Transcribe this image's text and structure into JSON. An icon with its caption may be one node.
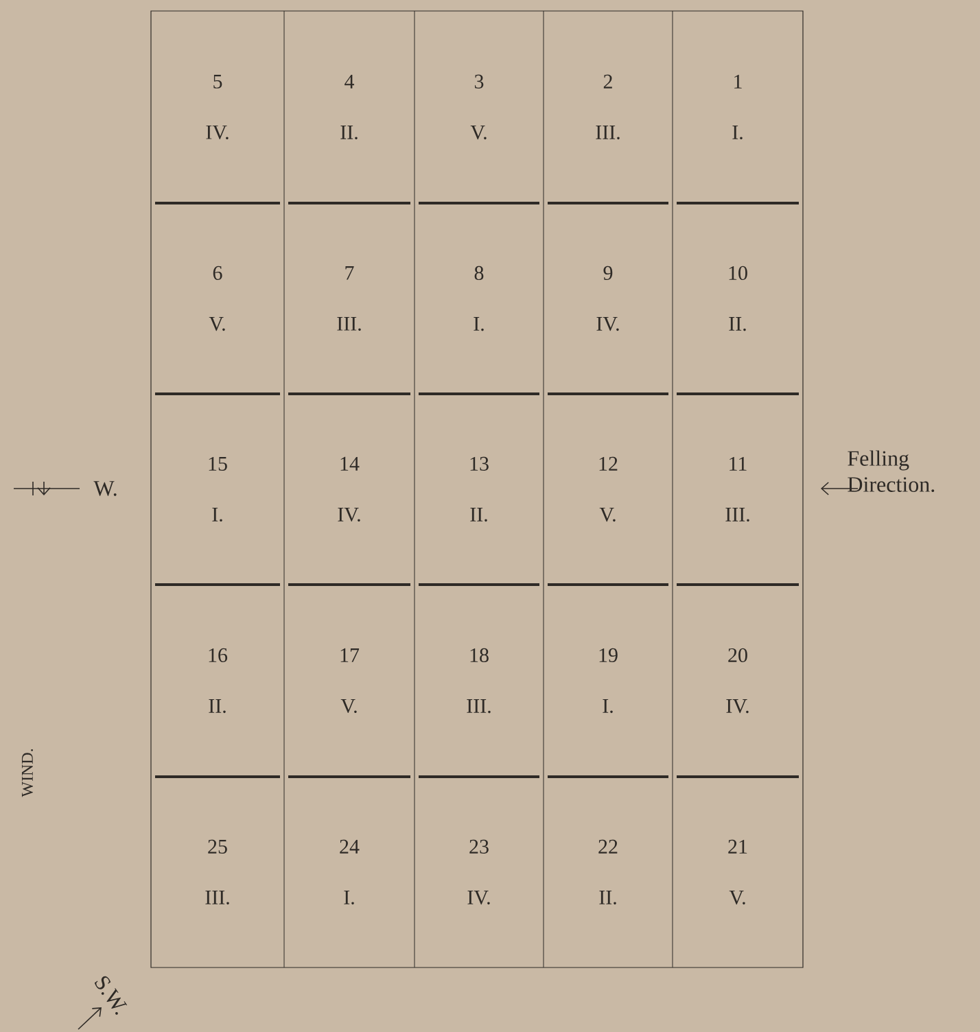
{
  "diagram": {
    "nodes": [
      {
        "text": [
          "5",
          "IV."
        ]
      },
      {
        "text": [
          "4",
          "II."
        ]
      },
      {
        "text": [
          "3",
          "V."
        ]
      },
      {
        "text": [
          "2",
          "III."
        ]
      },
      {
        "text": [
          "1",
          "I."
        ]
      },
      {
        "text": [
          "6",
          "V."
        ]
      },
      {
        "text": [
          "7",
          "III."
        ]
      },
      {
        "text": [
          "8",
          "I."
        ]
      },
      {
        "text": [
          "9",
          "IV."
        ]
      },
      {
        "text": [
          "10",
          "II."
        ]
      },
      {
        "text": [
          "15",
          "I."
        ]
      },
      {
        "text": [
          "14",
          "IV."
        ]
      },
      {
        "text": [
          "13",
          "II."
        ]
      },
      {
        "text": [
          "12",
          "V."
        ]
      },
      {
        "text": [
          "11",
          "III."
        ]
      },
      {
        "text": [
          "16",
          "II."
        ]
      },
      {
        "text": [
          "17",
          "V."
        ]
      },
      {
        "text": [
          "18",
          "III."
        ]
      },
      {
        "text": [
          "19",
          "I."
        ]
      },
      {
        "text": [
          "20",
          "IV."
        ]
      },
      {
        "text": [
          "25",
          "III."
        ]
      },
      {
        "text": [
          "24",
          "I."
        ]
      },
      {
        "text": [
          "23",
          "IV."
        ]
      },
      {
        "text": [
          "22",
          "II."
        ]
      },
      {
        "text": [
          "21",
          "V."
        ]
      }
    ],
    "labels": [
      "W.",
      "Felling Direction.",
      "WIND.",
      "S.W."
    ]
  }
}
